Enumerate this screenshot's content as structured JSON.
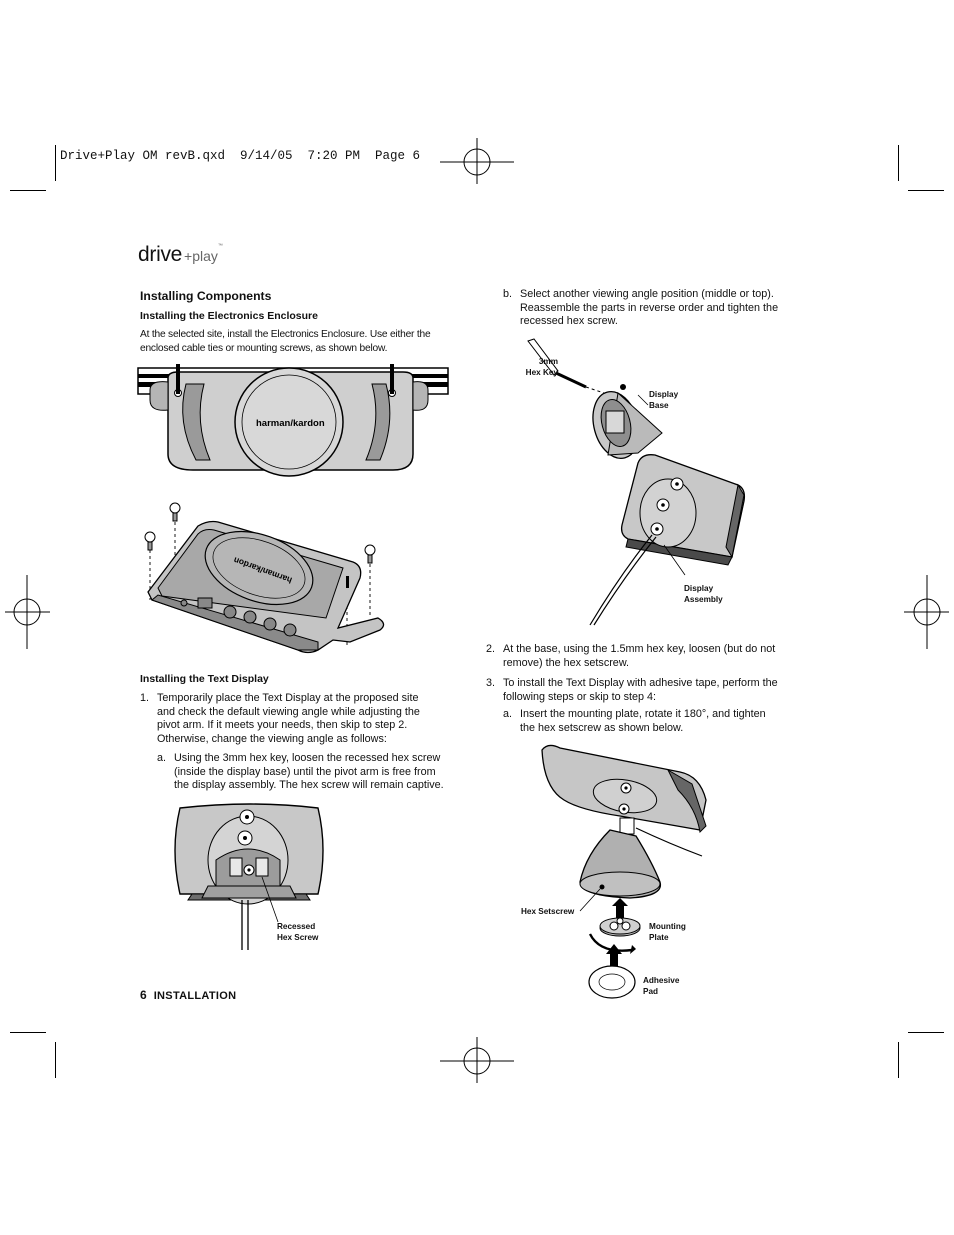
{
  "slug": "Drive+Play OM revB.qxd  9/14/05  7:20 PM  Page 6",
  "logo": {
    "main": "drive",
    "sub": "+play",
    "tm": "™"
  },
  "left": {
    "heading": "Installing Components",
    "sub1": "Installing the Electronics Enclosure",
    "intro1": "At the selected site, install the Electronics Enclosure. Use either the",
    "intro2": "enclosed cable ties or mounting screws, as shown below.",
    "brand_top": "harman/kardon",
    "brand_iso": "harman/kardon",
    "sub2": "Installing the Text Display",
    "step1": {
      "num": "1.",
      "lines": [
        "Temporarily place the Text Display at the proposed site",
        "and check the default viewing angle while adjusting the",
        "pivot arm. If it meets your needs, then skip to step 2.",
        "Otherwise, change the viewing angle as follows:"
      ]
    },
    "step1a": {
      "num": "a.",
      "lines": [
        "Using the 3mm hex key, loosen the recessed hex screw",
        "(inside the display base) until the pivot arm is free from",
        "the display assembly. The hex screw will remain captive."
      ]
    },
    "label_recessed": [
      "Recessed",
      "Hex Screw"
    ]
  },
  "right": {
    "stepb": {
      "num": "b.",
      "lines": [
        "Select another viewing angle position (middle or top).",
        "Reassemble the parts in reverse order and tighten the",
        "recessed hex screw."
      ]
    },
    "label_hexkey": [
      "3mm",
      "Hex Key"
    ],
    "label_base": [
      "Display",
      "Base"
    ],
    "label_assembly": [
      "Display",
      "Assembly"
    ],
    "step2": {
      "num": "2.",
      "lines": [
        "At the base, using the 1.5mm hex key, loosen (but do not",
        "remove) the hex setscrew."
      ]
    },
    "step3": {
      "num": "3.",
      "lines": [
        "To install the Text Display with adhesive tape, perform the",
        "following steps or skip to step 4:"
      ]
    },
    "step3a": {
      "num": "a.",
      "lines": [
        "Insert the mounting plate, rotate it 180°, and tighten",
        "the hex setscrew as shown below."
      ]
    },
    "label_setscrew": "Hex Setscrew",
    "label_plate": [
      "Mounting",
      "Plate"
    ],
    "label_pad": [
      "Adhesive",
      "Pad"
    ]
  },
  "footer": {
    "page": "6",
    "section": "INSTALLATION"
  }
}
